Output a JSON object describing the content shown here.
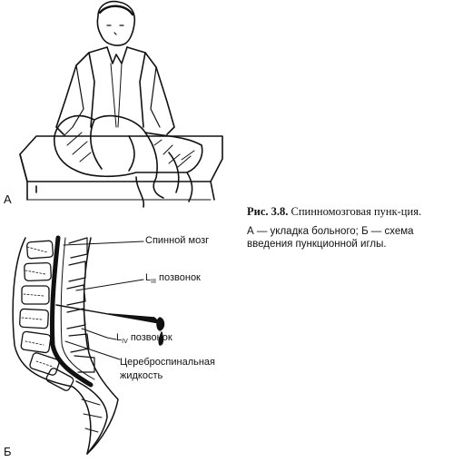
{
  "panel_labels": {
    "a": "А",
    "b": "Б"
  },
  "caption": {
    "number": "Рис. 3.8.",
    "title": "Спинномозговая пунк-ция.",
    "description": "А — укладка больного; Б — схема введения пункционной иглы."
  },
  "labels": {
    "spinal_cord": "Спинной мозг",
    "l3_letter": "L",
    "l3_sub": "III",
    "l3_word": "позвонок",
    "l4_letter": "L",
    "l4_sub": "IV",
    "l4_word": "позвонок",
    "csf": "Цереброспинальная",
    "csf_2": "жидкость"
  }
}
